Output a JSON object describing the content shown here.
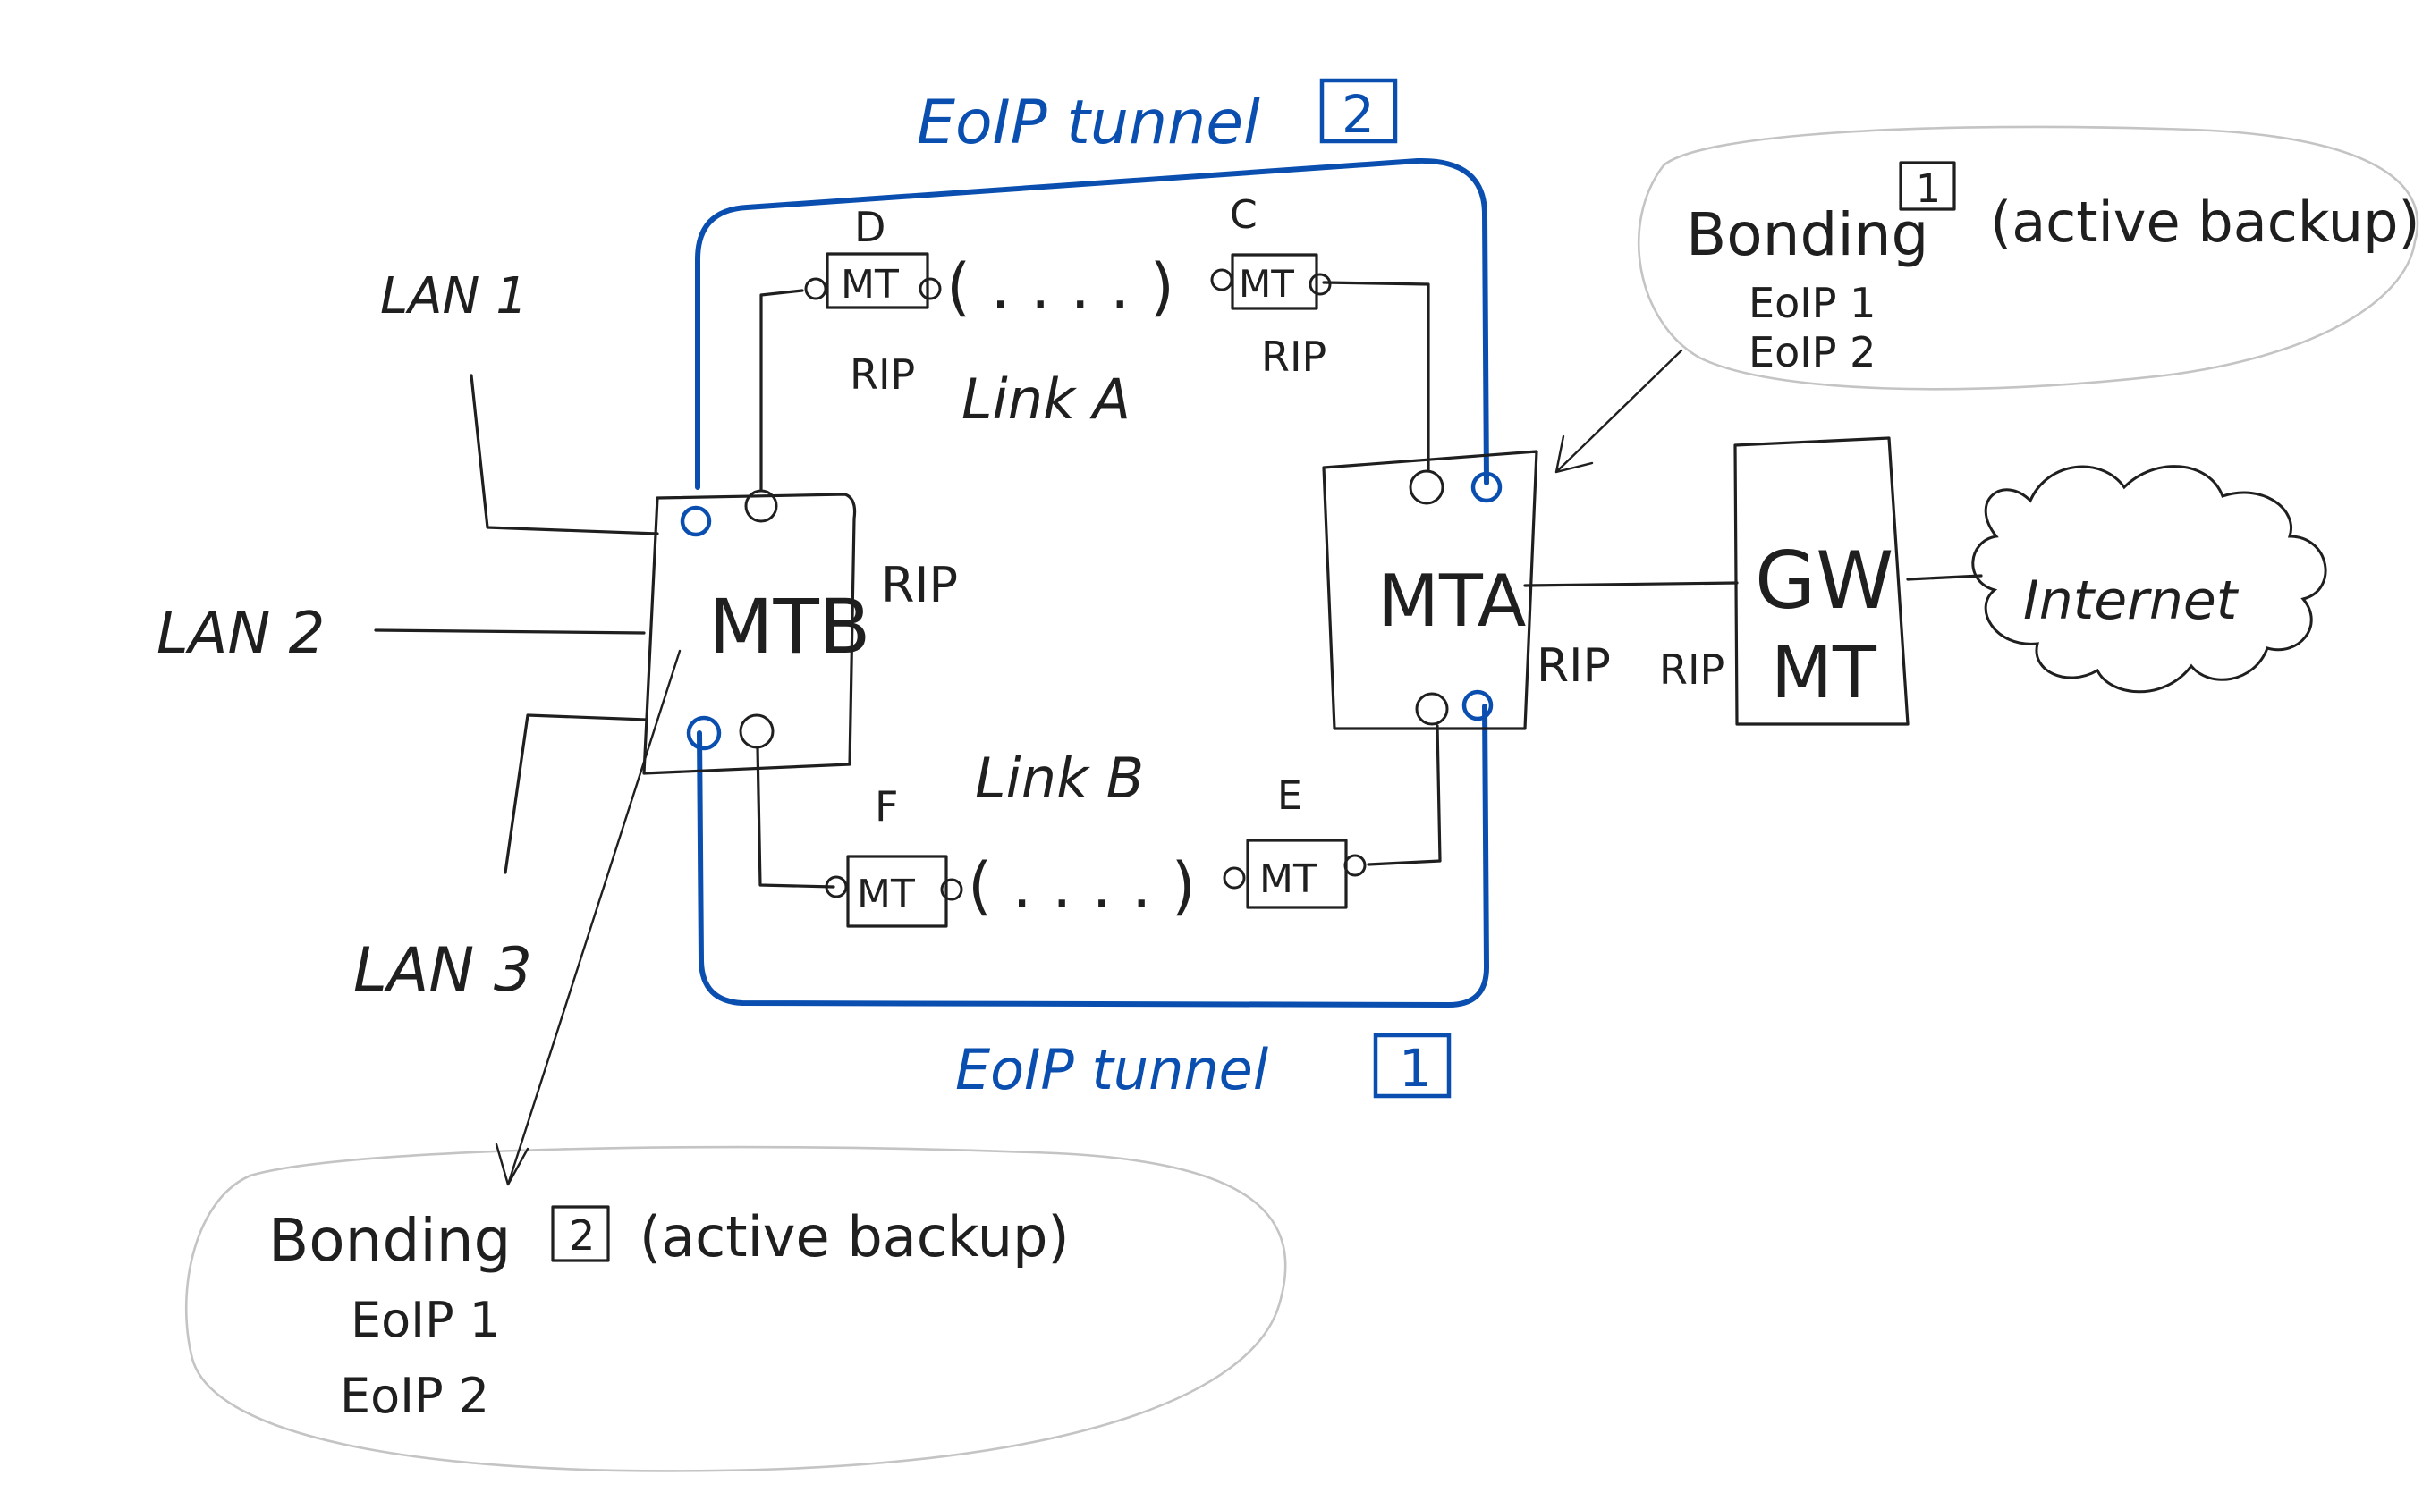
{
  "labels": {
    "eoip_tunnel_2": "EoIP tunnel",
    "eoip_tunnel_2_number": "2",
    "eoip_tunnel_1": "EoIP tunnel",
    "eoip_tunnel_1_number": "1",
    "mta": "MTA",
    "mtb": "MTB",
    "gw_line1": "GW",
    "gw_line2": "MT",
    "internet": "Internet",
    "lan1": "LAN 1",
    "lan2": "LAN 2",
    "lan3": "LAN 3",
    "link_a": "Link A",
    "link_b": "Link B",
    "link_gap": "( . . . . )",
    "node_d": "D",
    "node_c": "C",
    "node_f": "F",
    "node_e": "E",
    "mt": "MT",
    "rip": "RIP"
  },
  "bonding1": {
    "title": "Bonding",
    "number": "1",
    "mode": "(active backup)",
    "members": [
      "EoIP 1",
      "EoIP 2"
    ]
  },
  "bonding2": {
    "title": "Bonding",
    "number": "2",
    "mode": "(active backup)",
    "members": [
      "EoIP 1",
      "EoIP 2"
    ]
  },
  "colors": {
    "ink": "#1f1f1f",
    "tunnel_blue": "#0a4fb0",
    "bubble_gray": "#c4c4c4"
  }
}
